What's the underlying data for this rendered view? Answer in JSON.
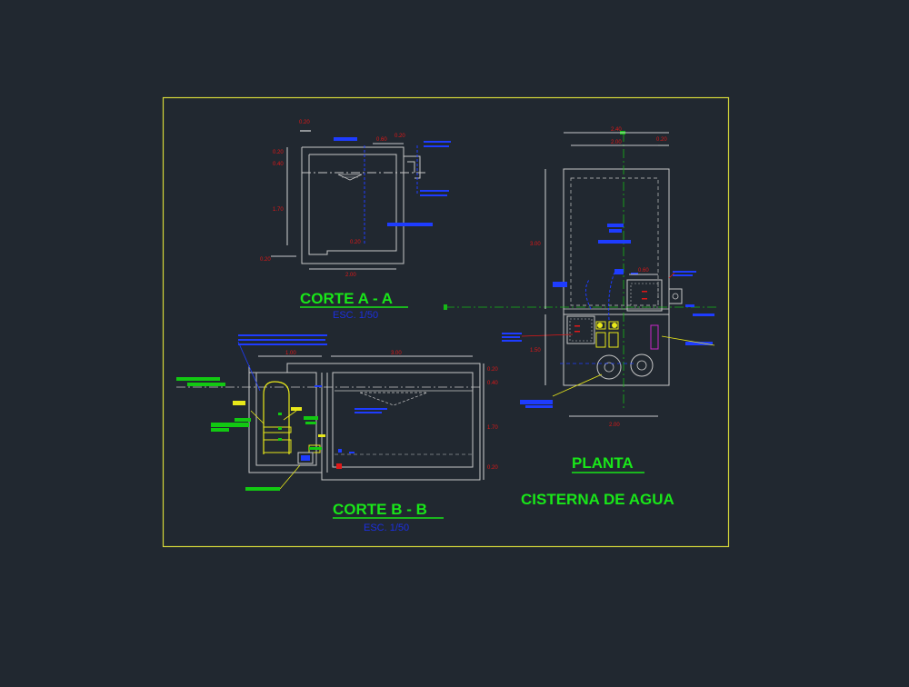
{
  "colors": {
    "background": "#212830",
    "frame": "#d4d63a",
    "outline": "#c7c7c7",
    "title": "#19e619",
    "subtitle": "#1c2fe0",
    "dimension": "#e01818",
    "annotation": "#1e3cff",
    "accent_yellow": "#e8e81a",
    "accent_green": "#12c912",
    "axis": "#16b816",
    "magenta": "#c928c9"
  },
  "titles": {
    "section_a": "CORTE A - A",
    "section_a_scale": "ESC. 1/50",
    "section_b": "CORTE B - B",
    "section_b_scale": "ESC. 1/50",
    "plan": "PLANTA",
    "drawing": "CISTERNA DE AGUA"
  },
  "section_a_dims": {
    "top_left": "0.20",
    "top_mid": "0.60",
    "top_right": "0.20",
    "left_1": "0.20",
    "left_2": "0.40",
    "left_3": "1.70",
    "bottom_left": "0.20",
    "bottom_inner": "0.20",
    "bottom_width": "2.00"
  },
  "section_b_dims": {
    "left_width": "1.00",
    "right_width": "3.00",
    "right_1": "0.20",
    "right_2": "0.40",
    "right_3": "1.70",
    "right_4": "0.20"
  },
  "plan_dims": {
    "top_total": "2.40",
    "top_inner": "2.00",
    "top_right": "0.20",
    "left_upper": "3.00",
    "left_lower": "1.50",
    "pump_offset": "0.60",
    "bottom_width": "2.00"
  }
}
